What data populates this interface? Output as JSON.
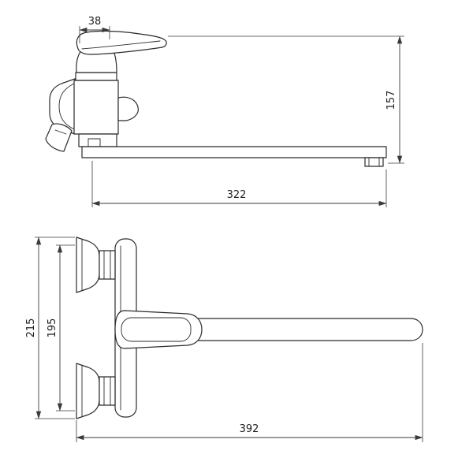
{
  "colors": {
    "background": "#ffffff",
    "line": "#2b2b2b",
    "dimension_line": "#3a3a3a",
    "text": "#1f1f1f"
  },
  "side_view": {
    "dims": {
      "handle_width": "38",
      "overall_height": "157",
      "spout_reach": "322"
    }
  },
  "front_view": {
    "dims": {
      "overall_span": "215",
      "mount_span": "195",
      "overall_length": "392"
    }
  }
}
